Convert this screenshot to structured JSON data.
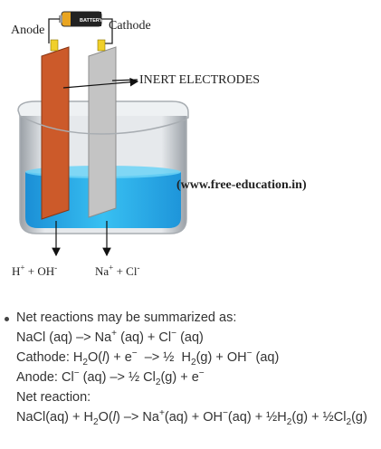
{
  "diagram": {
    "anode_label": "Anode",
    "cathode_label": "Cathode",
    "battery_label": "BATTERY",
    "electrodes_label": "INERT ELECTRODES",
    "watermark": "(www.free-education.in)",
    "anode_ions": {
      "a": "H",
      "a_sup": "+",
      "b": " + OH",
      "b_sup": "-"
    },
    "cathode_ions": {
      "a": "Na",
      "a_sup": "+",
      "b": " + Cl",
      "b_sup": "-"
    },
    "colors": {
      "anode": "#cc5a2a",
      "cathode": "#c4c4c4",
      "electrolyte": "#2aa8e8",
      "beaker": "#b8b8b8"
    }
  },
  "notes": {
    "intro": "Net reactions may be summarized as:",
    "r1": {
      "lhs": "NaCl (aq) –> Na",
      "p1": "+",
      "m1": " (aq) + Cl",
      "p2": "−",
      "rhs": " (aq)"
    },
    "r2": {
      "a": "Cathode: H",
      "s1": "2",
      "b": "O(",
      "it": "l",
      "c": ") + e",
      "p1": "−",
      "d": "  –> ½  H",
      "s2": "2",
      "e": "(g) + OH",
      "p2": "−",
      "f": " (aq)"
    },
    "r3": {
      "a": "Anode: Cl",
      "p1": "−",
      "b": " (aq) –> ½ Cl",
      "s1": "2",
      "c": "(g) + e",
      "p2": "−"
    },
    "r4": "Net reaction:",
    "r5": {
      "a": "NaCl(aq) + H",
      "s1": "2",
      "b": "O(",
      "it": "l",
      "c": ") –> Na",
      "p1": "+",
      "d": "(aq) + OH",
      "p2": "−",
      "e": "(aq) + ½H",
      "s2": "2",
      "f": "(g) + ½Cl",
      "s3": "2",
      "g": "(g)"
    }
  }
}
